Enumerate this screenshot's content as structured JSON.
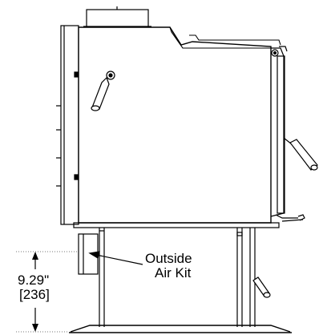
{
  "labels": {
    "callout_line1": "Outside",
    "callout_line2": "Air Kit",
    "dimension_inches": "9.29\"",
    "dimension_mm": "[236]"
  },
  "colors": {
    "line": "#000000",
    "dotted": "#777777",
    "background": "#ffffff"
  }
}
